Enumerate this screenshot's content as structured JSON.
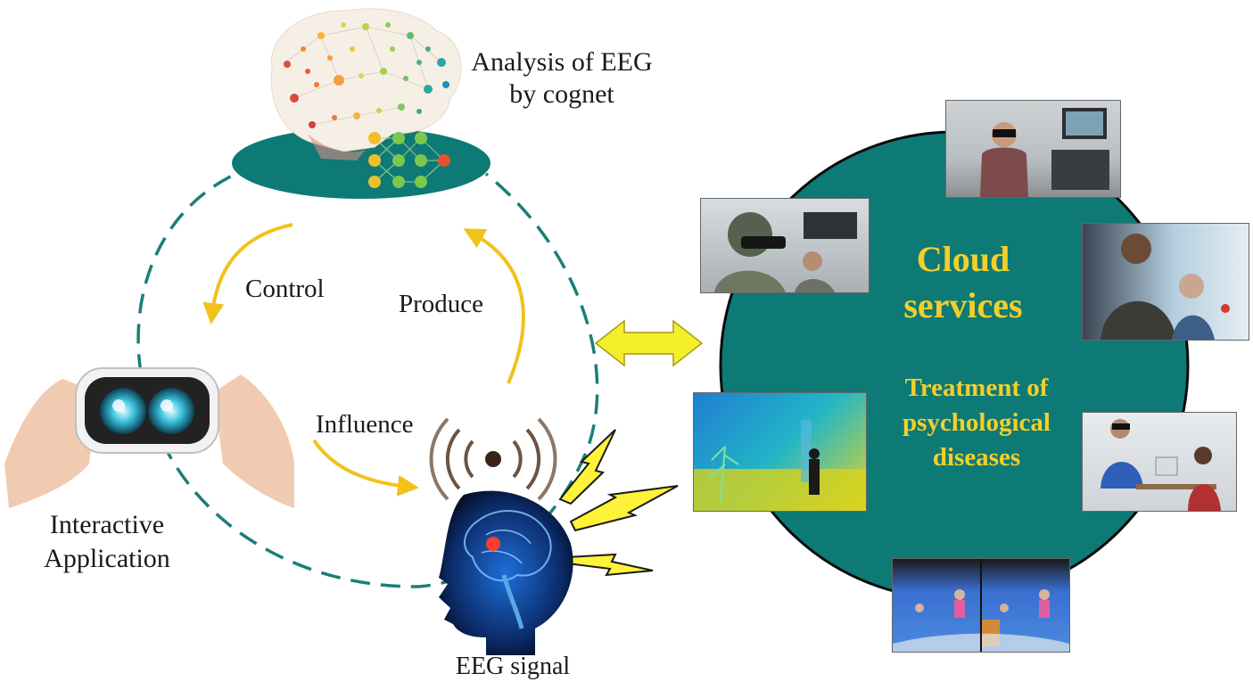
{
  "labels": {
    "analysis": "Analysis of EEG\nby cognet",
    "control": "Control",
    "produce": "Produce",
    "influence": "Influence",
    "interactive": "Interactive\nApplication",
    "eeg_signal": "EEG signal"
  },
  "cloud": {
    "title": "Cloud\nservices",
    "subtitle": "Treatment of\npsychological\ndiseases"
  },
  "colors": {
    "teal": "#0e7a75",
    "yellow_text": "#f3cf2a",
    "arrow_yellow": "#f2c21b",
    "dash_teal": "#197f78"
  },
  "photos": [
    {
      "name": "photo-vr-headset-user-seated"
    },
    {
      "name": "photo-soldier-vr-training"
    },
    {
      "name": "photo-man-with-virtual-avatar"
    },
    {
      "name": "photo-virtual-environment-figure"
    },
    {
      "name": "photo-vr-therapy-session"
    },
    {
      "name": "photo-avatar-stereo-view"
    }
  ]
}
